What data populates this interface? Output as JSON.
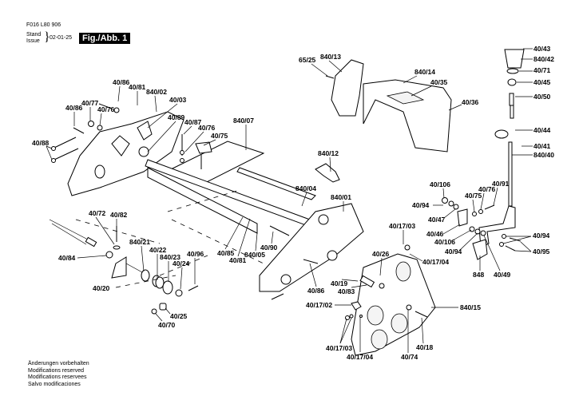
{
  "header": {
    "doc_code": "F016 L80 906",
    "stand_label": "Stand",
    "issue_label": "Issue",
    "brace": "}",
    "date": "02-01-25",
    "figure_label": "Fig./Abb. 1"
  },
  "footer": {
    "lines": [
      "Änderungen vorbehalten",
      "Modifications reserved",
      "Modifications reservees",
      "Salvo modificaciones"
    ]
  },
  "labels": {
    "l_40_86_a": "40/86",
    "l_40_81_a": "40/81",
    "l_840_02": "840/02",
    "l_40_03": "40/03",
    "l_40_77": "40/77",
    "l_40_86_b": "40/86",
    "l_40_76_a": "40/76",
    "l_40_89": "40/89",
    "l_40_87": "40/87",
    "l_40_76_b": "40/76",
    "l_40_75_a": "40/75",
    "l_840_07": "840/07",
    "l_40_88": "40/88",
    "l_65_25": "65/25",
    "l_840_13": "840/13",
    "l_840_14": "840/14",
    "l_40_35": "40/35",
    "l_40_36": "40/36",
    "l_40_43": "40/43",
    "l_840_42": "840/42",
    "l_40_71": "40/71",
    "l_40_45": "40/45",
    "l_40_50": "40/50",
    "l_40_44": "40/44",
    "l_40_41": "40/41",
    "l_840_40": "840/40",
    "l_840_12": "840/12",
    "l_840_04": "840/04",
    "l_840_01": "840/01",
    "l_40_106_a": "40/106",
    "l_40_91": "40/91",
    "l_40_94_a": "40/94",
    "l_40_76_c": "40/76",
    "l_40_75_b": "40/75",
    "l_40_47": "40/47",
    "l_40_17_03_a": "40/17/03",
    "l_40_46": "40/46",
    "l_40_106_b": "40/106",
    "l_40_94_b": "40/94",
    "l_40_94_c": "40/94",
    "l_40_95": "40/95",
    "l_40_26": "40/26",
    "l_40_17_04_a": "40/17/04",
    "l_848": "848",
    "l_40_49": "40/49",
    "l_40_72": "40/72",
    "l_40_82": "40/82",
    "l_840_21": "840/21",
    "l_40_22": "40/22",
    "l_840_23": "840/23",
    "l_40_24": "40/24",
    "l_40_96": "40/96",
    "l_40_84": "40/84",
    "l_40_20": "40/20",
    "l_40_25": "40/25",
    "l_40_70": "40/70",
    "l_40_85": "40/85",
    "l_40_81_b": "40/81",
    "l_840_05": "840/05",
    "l_40_90": "40/90",
    "l_40_86_c": "40/86",
    "l_40_19": "40/19",
    "l_40_83": "40/83",
    "l_40_17_02": "40/17/02",
    "l_840_15": "840/15",
    "l_40_17_03_b": "40/17/03",
    "l_40_17_04_b": "40/17/04",
    "l_40_74": "40/74",
    "l_40_18": "40/18"
  }
}
